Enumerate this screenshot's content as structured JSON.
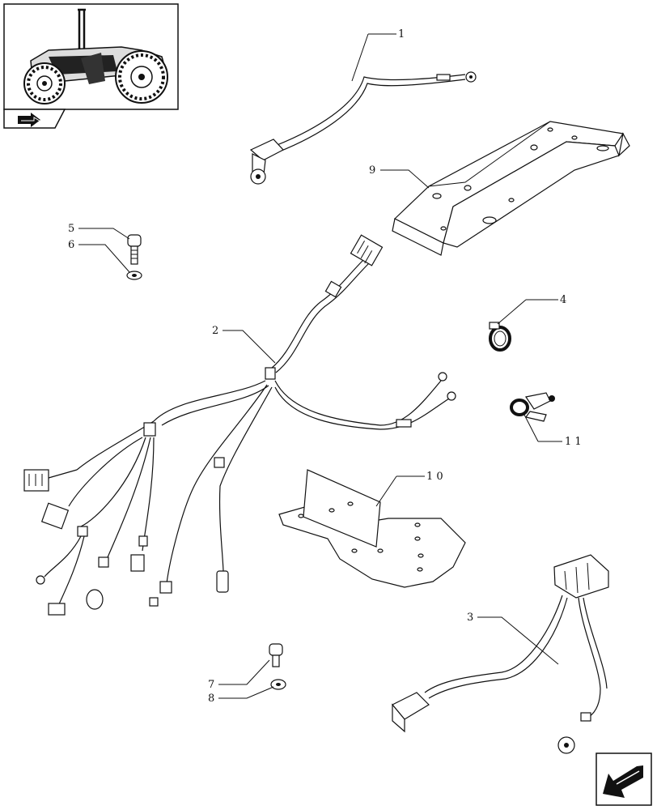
{
  "diagram": {
    "callouts": [
      {
        "id": "c1",
        "label": "1"
      },
      {
        "id": "c2",
        "label": "2"
      },
      {
        "id": "c3",
        "label": "3"
      },
      {
        "id": "c4",
        "label": "4"
      },
      {
        "id": "c5",
        "label": "5"
      },
      {
        "id": "c6",
        "label": "6"
      },
      {
        "id": "c7",
        "label": "7"
      },
      {
        "id": "c8",
        "label": "8"
      },
      {
        "id": "c9",
        "label": "9"
      },
      {
        "id": "c10",
        "label": "1 0"
      },
      {
        "id": "c11",
        "label": "1 1"
      }
    ]
  },
  "nav": {
    "thumbnail_icon": "tractor-thumbnail-icon",
    "prev_icon": "arrow-prev-icon",
    "next_icon": "arrow-next-icon"
  }
}
